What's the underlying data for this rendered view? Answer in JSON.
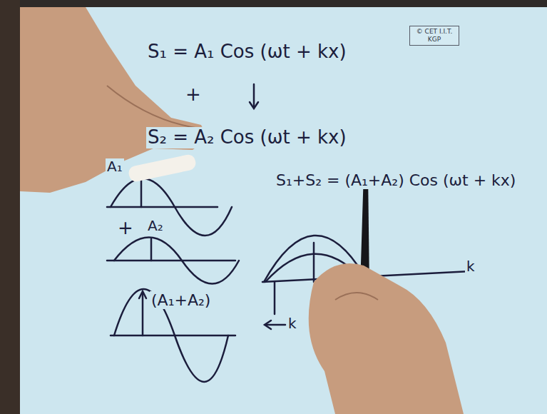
{
  "diagram": {
    "nodes": [
      {
        "text": [
          "© CET I.I.T. KGP"
        ]
      }
    ],
    "labels": [
      "S₁ = A₁ Cos (ωt + kx)",
      "+",
      "S₂ = A₂ Cos (ωt + kx)",
      "A₁",
      "+",
      "A₂",
      "(A₁+A₂)",
      "S₁+S₂ = (A₁+A₂) Cos (ωt + kx)",
      "k",
      "k"
    ]
  }
}
